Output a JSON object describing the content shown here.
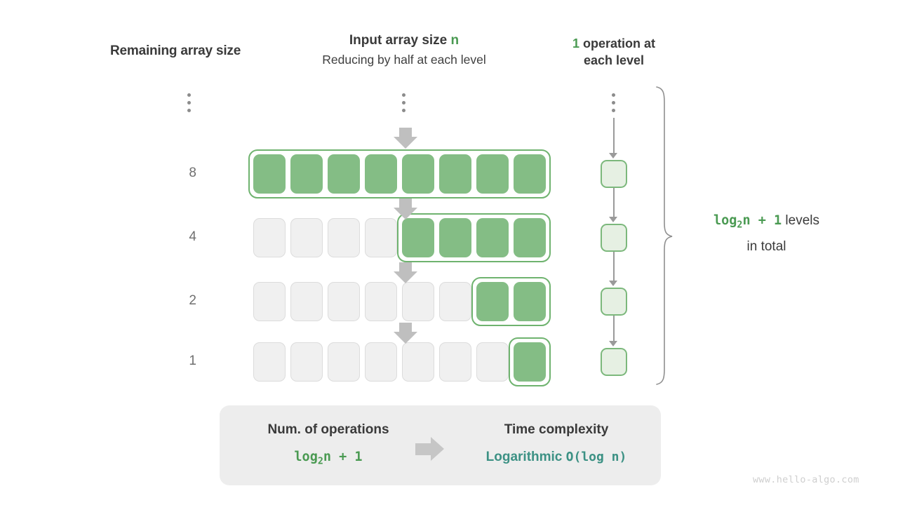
{
  "headers": {
    "left": "Remaining array size",
    "mid_title_prefix": "Input array size ",
    "mid_title_var": "n",
    "mid_subtitle": "Reducing by half at each level",
    "right_count": "1",
    "right_text_1": " operation at",
    "right_text_2": "each level"
  },
  "levels": [
    {
      "label": "8",
      "total_cells": 8,
      "filled_from": 0
    },
    {
      "label": "4",
      "total_cells": 8,
      "filled_from": 4
    },
    {
      "label": "2",
      "total_cells": 8,
      "filled_from": 6
    },
    {
      "label": "1",
      "total_cells": 8,
      "filled_from": 7
    }
  ],
  "annotation": {
    "formula_log": "log",
    "formula_sub": "2",
    "formula_rest": "n + 1",
    "levels_word": " levels",
    "in_total": "in total"
  },
  "summary": {
    "left_title": "Num. of operations",
    "left_value_log": "log",
    "left_value_sub": "2",
    "left_value_rest": "n + 1",
    "right_title": "Time complexity",
    "right_value_word": "Logarithmic",
    "right_value_bigo": "O(log n)"
  },
  "watermark": "www.hello-algo.com",
  "colors": {
    "green_fill": "#84bd85",
    "green_border": "#6fb36f",
    "green_text": "#4a9a52",
    "op_fill": "#e6f0e3",
    "teal": "#3c9184",
    "gray_arrow": "#bfbfbf",
    "empty_cell": "#f0f0f0",
    "panel_bg": "#ededed"
  }
}
